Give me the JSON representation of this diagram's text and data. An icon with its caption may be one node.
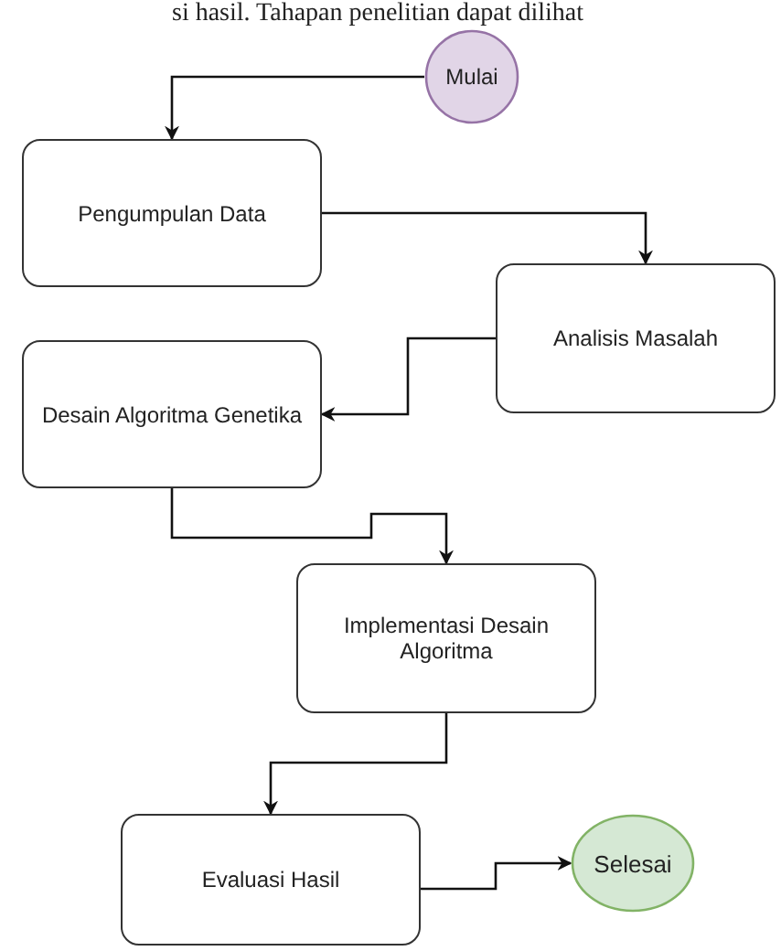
{
  "diagram": {
    "nodes": [
      {
        "text": [
          "Mulai"
        ]
      },
      {
        "text": [
          "Pengumpulan Data"
        ]
      },
      {
        "text": [
          "Analisis Masalah"
        ]
      },
      {
        "text": [
          "Desain Algoritma Genetika"
        ]
      },
      {
        "text": [
          "Implementasi Desain Algoritma"
        ]
      },
      {
        "text": [
          "Evaluasi Hasil"
        ]
      },
      {
        "text": [
          "Selesai"
        ]
      }
    ],
    "edges": [
      {
        "from": 0,
        "to": 1,
        "arrow": "to"
      },
      {
        "from": 1,
        "to": 2,
        "arrow": "to"
      },
      {
        "from": 2,
        "to": 3,
        "arrow": "to"
      },
      {
        "from": 3,
        "to": 4,
        "arrow": "to"
      },
      {
        "from": 4,
        "to": 5,
        "arrow": "to"
      },
      {
        "from": 5,
        "to": 6,
        "arrow": "to"
      }
    ],
    "labels": [
      "si hasil. Tahapan penelitian dapat dilihat"
    ]
  }
}
